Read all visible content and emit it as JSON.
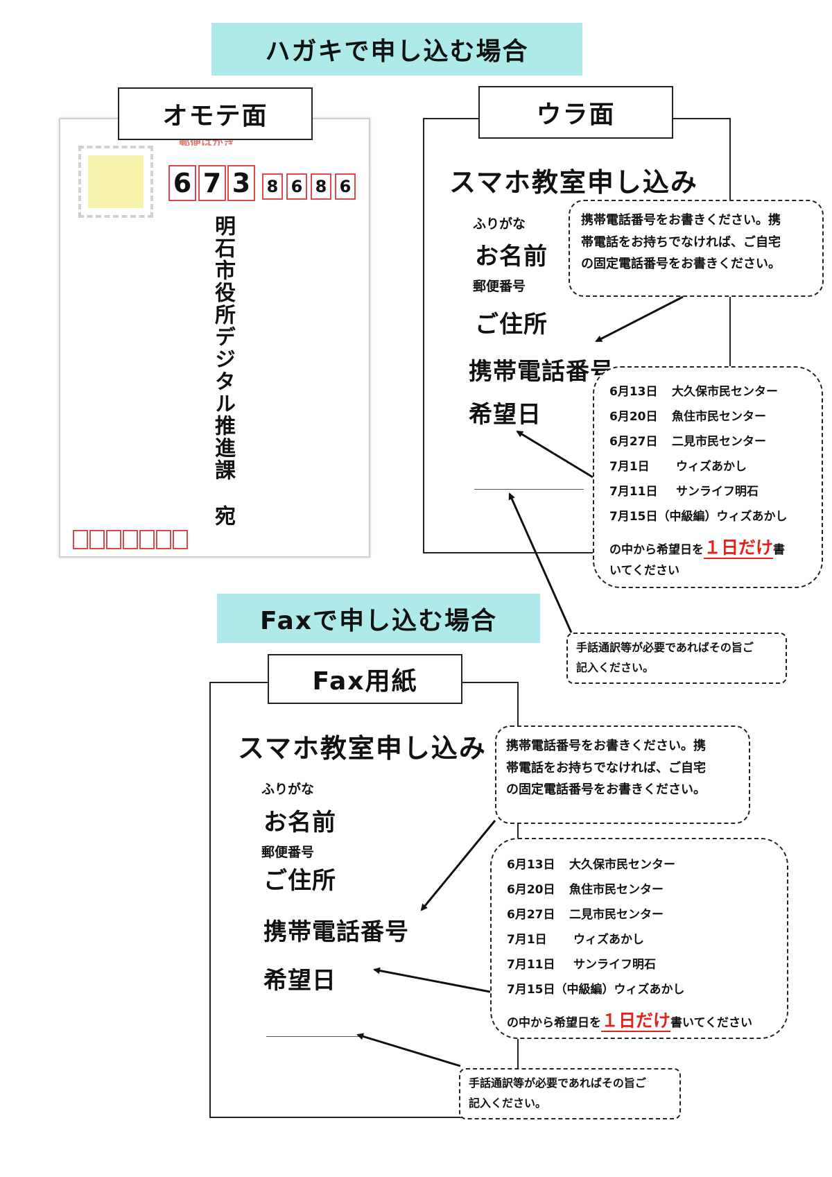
{
  "postcard_section": {
    "banner": "ハガキで申し込む場合",
    "front": {
      "tab": "オモテ面",
      "header_text": "郵便はがき",
      "zip_big": [
        "6",
        "7",
        "3"
      ],
      "zip_small": [
        "8",
        "6",
        "8",
        "6"
      ],
      "address": "明石市役所デジタル推進課",
      "suffix": "宛"
    },
    "back": {
      "tab": "ウラ面",
      "title": "スマホ教室申し込み",
      "furigana": "ふりがな",
      "name": "お名前",
      "postal_code": "郵便番号",
      "address": "ご住所",
      "phone": "携帯電話番号",
      "date": "希望日"
    }
  },
  "phone_note": {
    "line1": "携帯電話番号をお書きください。携",
    "line2": "帯電話をお持ちでなければ、ご自宅",
    "line3": "の固定電話番号をお書きください。"
  },
  "dates": [
    {
      "date": "6月13日",
      "place": "大久保市民センター"
    },
    {
      "date": "6月20日",
      "place": "魚住市民センター"
    },
    {
      "date": "6月27日",
      "place": "二見市民センター"
    },
    {
      "date": "7月1日",
      "place": "ウィズあかし"
    },
    {
      "date": "7月11日",
      "place": "サンライフ明石"
    },
    {
      "date": "7月15日",
      "place": "（中級編）ウィズあかし"
    }
  ],
  "dates_instruction": {
    "pre": "の中から希望日を",
    "emphasis": "１日だけ",
    "post": "書いてください",
    "post_a": "書",
    "post_b": "いてください"
  },
  "sign_note": {
    "line1": "手話通訳等が必要であればその旨ご",
    "line2": "記入ください。"
  },
  "fax_section": {
    "banner": "Faxで申し込む場合",
    "tab": "Fax用紙",
    "title": "スマホ教室申し込み",
    "furigana": "ふりがな",
    "name": "お名前",
    "postal_code": "郵便番号",
    "address": "ご住所",
    "phone": "携帯電話番号",
    "date": "希望日"
  },
  "colors": {
    "banner": "#aeeaea",
    "accent_red": "#e0241c",
    "zip_red": "#d94a4a",
    "stamp_yellow": "#f8f3ad"
  }
}
